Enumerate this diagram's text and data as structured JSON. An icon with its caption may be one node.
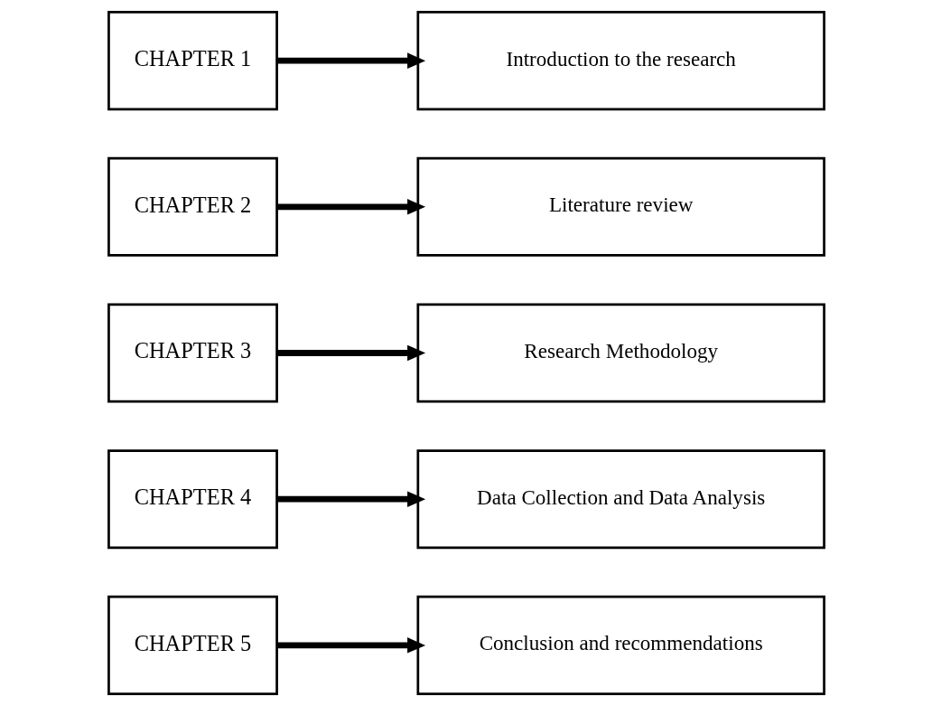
{
  "diagram": {
    "nodes": [
      {
        "text": [
          "CHAPTER 1"
        ]
      },
      {
        "text": [
          "Introduction to the research"
        ]
      },
      {
        "text": [
          "CHAPTER 2"
        ]
      },
      {
        "text": [
          "Literature review"
        ]
      },
      {
        "text": [
          "CHAPTER 3"
        ]
      },
      {
        "text": [
          "Research Methodology"
        ]
      },
      {
        "text": [
          "CHAPTER 4"
        ]
      },
      {
        "text": [
          "Data Collection and Data Analysis"
        ]
      },
      {
        "text": [
          "CHAPTER 5"
        ]
      },
      {
        "text": [
          "Conclusion and recommendations"
        ]
      }
    ],
    "edges": [
      {
        "from": 0,
        "to": 1,
        "arrow": "to"
      },
      {
        "from": 2,
        "to": 3,
        "arrow": "to"
      },
      {
        "from": 4,
        "to": 5,
        "arrow": "to"
      },
      {
        "from": 6,
        "to": 7,
        "arrow": "to"
      },
      {
        "from": 8,
        "to": 9,
        "arrow": "to"
      }
    ]
  }
}
